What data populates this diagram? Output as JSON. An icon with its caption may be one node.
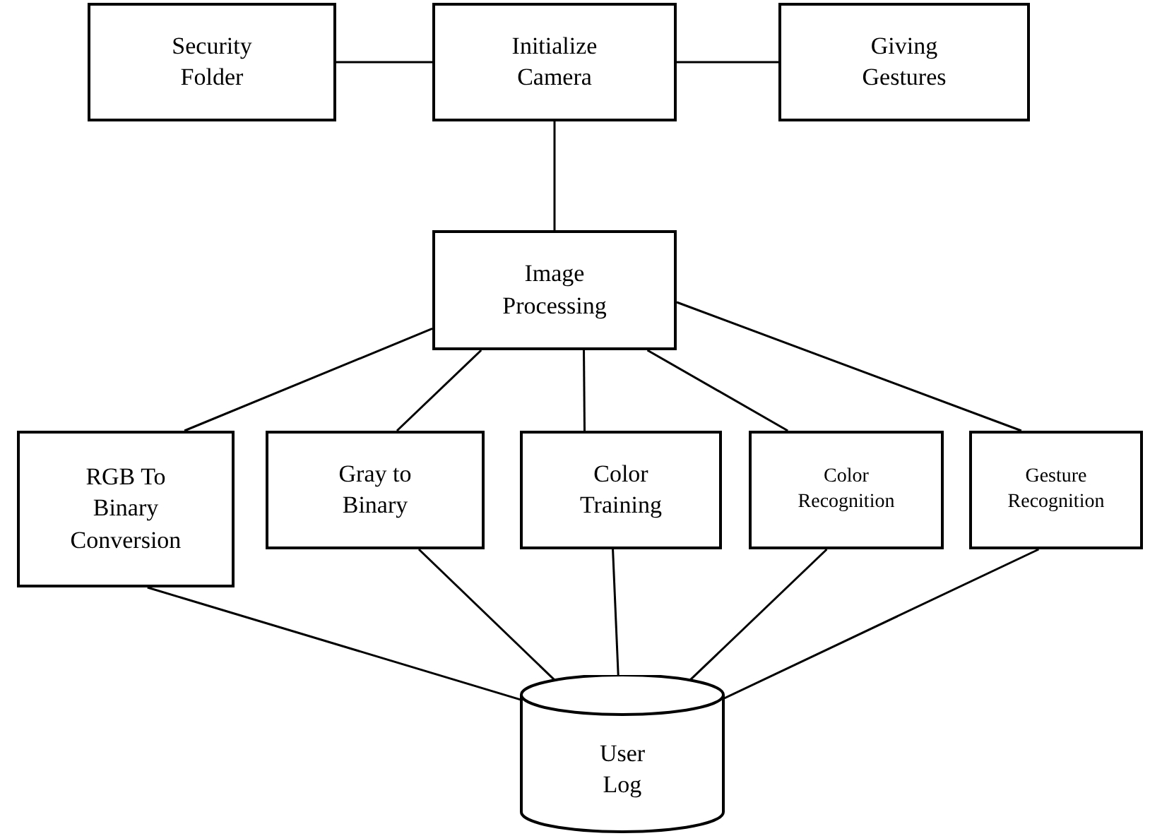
{
  "diagram": {
    "nodes": [
      {
        "text": [
          "Security Folder"
        ]
      },
      {
        "text": [
          "Initialize Camera"
        ]
      },
      {
        "text": [
          "Giving Gestures"
        ]
      },
      {
        "text": [
          "Image Processing"
        ]
      },
      {
        "text": [
          "RGB To Binary Conversion"
        ]
      },
      {
        "text": [
          "Gray to Binary"
        ]
      },
      {
        "text": [
          "Color Training"
        ]
      },
      {
        "text": [
          "Color Recognition"
        ]
      },
      {
        "text": [
          "Gesture Recognition"
        ]
      },
      {
        "text": [
          "User Log"
        ]
      }
    ],
    "edges": [
      {
        "from": 0,
        "to": 1,
        "arrow": "none"
      },
      {
        "from": 1,
        "to": 2,
        "arrow": "none"
      },
      {
        "from": 1,
        "to": 3,
        "arrow": "none"
      },
      {
        "from": 3,
        "to": 4,
        "arrow": "none"
      },
      {
        "from": 3,
        "to": 5,
        "arrow": "none"
      },
      {
        "from": 3,
        "to": 6,
        "arrow": "none"
      },
      {
        "from": 3,
        "to": 7,
        "arrow": "none"
      },
      {
        "from": 3,
        "to": 8,
        "arrow": "none"
      },
      {
        "from": 4,
        "to": 9,
        "arrow": "none"
      },
      {
        "from": 5,
        "to": 9,
        "arrow": "none"
      },
      {
        "from": 6,
        "to": 9,
        "arrow": "none"
      },
      {
        "from": 7,
        "to": 9,
        "arrow": "none"
      },
      {
        "from": 8,
        "to": 9,
        "arrow": "none"
      }
    ]
  }
}
